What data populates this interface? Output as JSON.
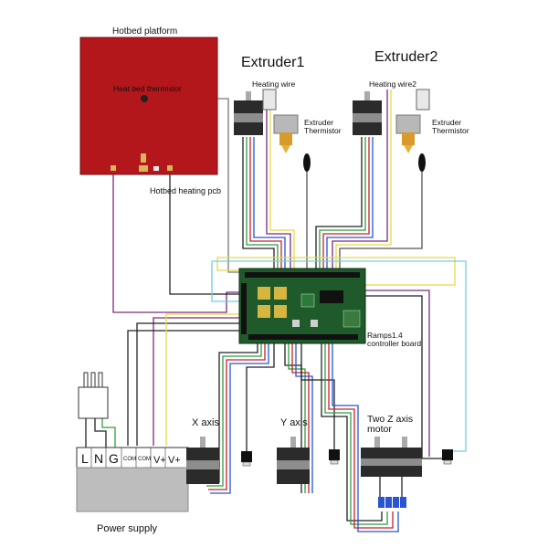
{
  "labels": {
    "hotbed_platform": "Hotbed platform",
    "heat_bed_thermistor": "Heat bed thermistor",
    "hotbed_heating_pcb": "Hotbed heating pcb",
    "extruder1": "Extruder1",
    "extruder2": "Extruder2",
    "heating_wire": "Heating wire",
    "heating_wire2": "Heating wire2",
    "extruder_thermistor_1_line1": "Extruder",
    "extruder_thermistor_1_line2": "Thermistor",
    "extruder_thermistor_2_line1": "Extruder",
    "extruder_thermistor_2_line2": "Thermistor",
    "ramps_line1": "Ramps1.4",
    "ramps_line2": "controller board",
    "x_axis": "X axis",
    "y_axis": "Y axis",
    "z_axis_line1": "Two Z axis",
    "z_axis_line2": "motor",
    "power_supply": "Power supply",
    "terminal_l": "L",
    "terminal_n": "N",
    "terminal_g": "G",
    "terminal_com1": "COM",
    "terminal_com2": "COM",
    "terminal_v1": "V+",
    "terminal_v2": "V+"
  },
  "colors": {
    "hotbed": "#b3171c",
    "board": "#1f5a2a",
    "power_supply": "#bdbdbd",
    "motor_body": "#2b2b2b",
    "wire_yellow": "#e6d84a",
    "wire_cyan": "#6fd0e0",
    "wire_purple": "#7b2a7b",
    "wire_black": "#222222",
    "wire_green": "#2f9e3f",
    "wire_red": "#c8202a",
    "wire_blue": "#2a54d0"
  }
}
